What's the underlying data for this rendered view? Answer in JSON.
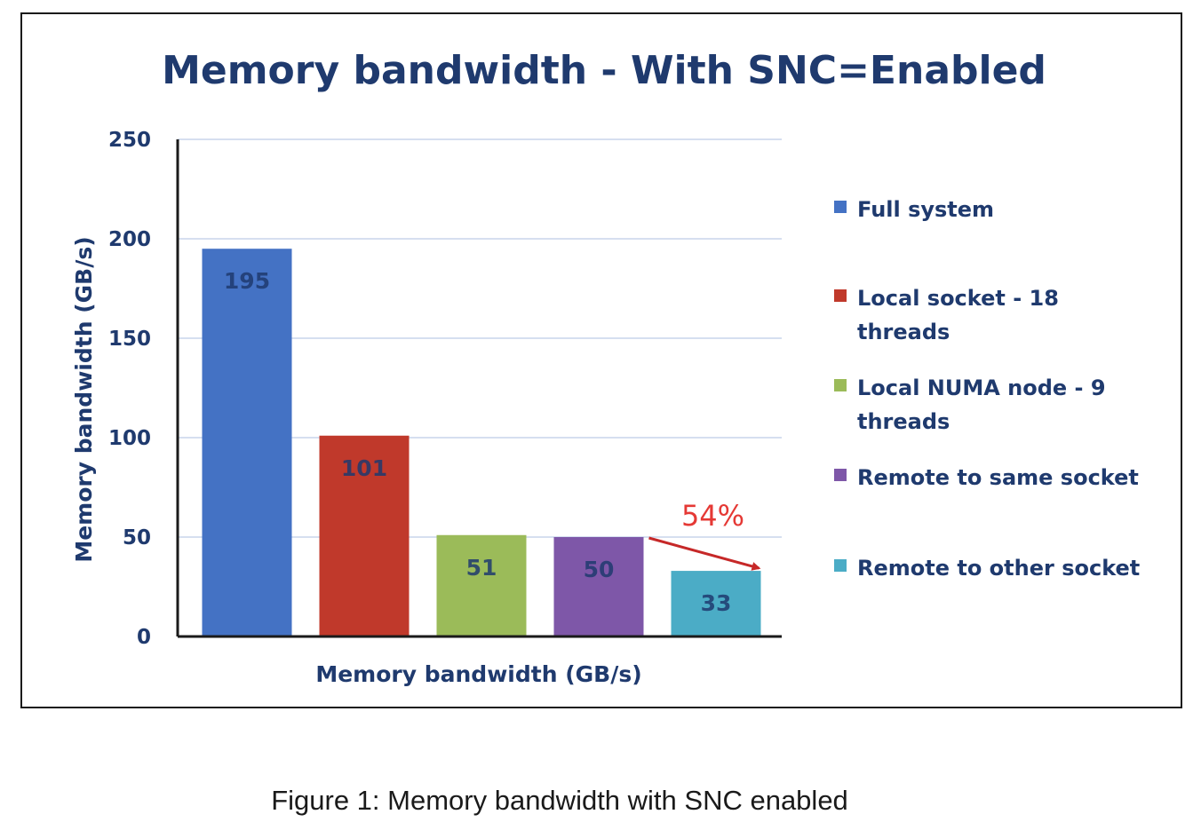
{
  "chart_data": {
    "type": "bar",
    "title": "Memory bandwidth  - With SNC=Enabled",
    "xlabel": "Memory bandwidth (GB/s)",
    "ylabel": "Memory bandwidth (GB/s)",
    "ylim": [
      0,
      250
    ],
    "yticks": [
      0,
      50,
      100,
      150,
      200,
      250
    ],
    "grid": true,
    "legend_position": "right",
    "series": [
      {
        "name": "Full system",
        "value": 195,
        "label": "195",
        "color": "#4472C4"
      },
      {
        "name": "Local socket - 18 threads",
        "value": 101,
        "label": "101",
        "color": "#C0392B"
      },
      {
        "name": "Local NUMA node - 9 threads",
        "value": 51,
        "label": "51",
        "color": "#9BBB59"
      },
      {
        "name": "Remote to same socket",
        "value": 50,
        "label": "50",
        "color": "#7E57A8"
      },
      {
        "name": "Remote to other socket",
        "value": 33,
        "label": "33",
        "color": "#4BACC6"
      }
    ],
    "annotation": {
      "text": "54%",
      "from_series": 3,
      "to_series": 4,
      "color": "#E53935"
    },
    "colors": {
      "title": "#1F3A6E",
      "axis_text": "#1F3A6E",
      "grid": "#D6DFF0",
      "axis_line": "#1a1a1a"
    }
  },
  "caption": "Figure 1: Memory bandwidth with SNC enabled"
}
